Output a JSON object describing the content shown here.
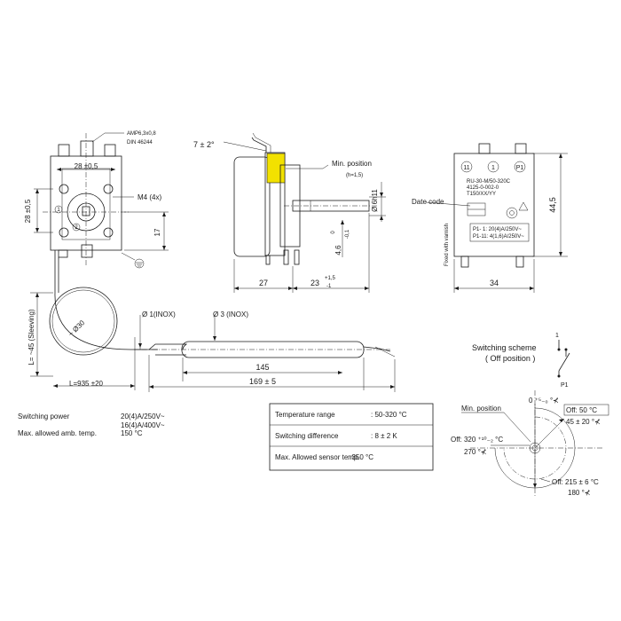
{
  "front_view": {
    "connector_note": "AMP6,3x0,8",
    "standard_note": "DIN 46244",
    "width_dim": "28 ±0,5",
    "height_dim": "28 ±0,5",
    "screw_note": "M4 (4x)",
    "offset_dim": "17",
    "terminal_1": "1",
    "terminal_2": "2"
  },
  "side_view": {
    "angle_dim": "7 ± 2°",
    "min_position_label": "Min. position",
    "min_position_sub": "(h=1,5)",
    "shaft_dia": "Ø 6h11",
    "flat_dim": "4,6",
    "flat_tol_upper": "0",
    "flat_tol_lower": "-0,1",
    "body_depth": "27",
    "shaft_len": "23",
    "shaft_tol_upper": "+1,5",
    "shaft_tol_lower": "-1"
  },
  "rear_view": {
    "marks": [
      "11",
      "1",
      "P1"
    ],
    "label_lines": [
      "RU-30-M/50-320C",
      "4125-0-002-0",
      "T150/XX/YY"
    ],
    "date_code_label": "Date code",
    "fixed_note": "Fixed with varnish",
    "rating_lines": [
      "P1- 1: 20(4)A/250V~",
      "P1-11: 4(1,6)A/250V~"
    ],
    "height_dim": "44,5",
    "width_dim": "34"
  },
  "capillary": {
    "loop_dia": "~ Ø30",
    "sleeving_note": "L= ~45 (Sleeving)",
    "length_dim": "L=935 ±20",
    "inox_thin": "Ø 1(INOX)",
    "inox_thick": "Ø 3 (INOX)",
    "bulb_len": "145",
    "total_len": "169 ± 5"
  },
  "switching_scheme": {
    "title": "Switching scheme",
    "subtitle": "( Off position )",
    "pin_top": "1",
    "pin_bottom": "P1"
  },
  "specs_left": [
    {
      "label": "Switching power",
      "value_lines": [
        "20(4)A/250V~",
        "16(4)A/400V~"
      ]
    },
    {
      "label": "Max. allowed amb. temp.",
      "value_lines": [
        "150 °C"
      ]
    }
  ],
  "specs_table": [
    {
      "label": "Temperature range",
      "value": ": 50-320 °C"
    },
    {
      "label": "Switching difference",
      "value": ": 8 ± 2   K"
    },
    {
      "label": "Max. Allowed sensor temp.",
      "value": ": 350 °C"
    }
  ],
  "dial": {
    "min_position_label": "Min. position",
    "zero_label": "0 ⁺⁵₋₀ °⊀",
    "off_50": "Off: 50 °C",
    "angle_45": "45 ± 20 °⊀",
    "off_320": "Off: 320 ⁺¹⁰₋₂ °C",
    "angle_270": "270 °⊀",
    "off_215": "Off: 215 ± 6 °C",
    "angle_180": "180 °⊀"
  }
}
